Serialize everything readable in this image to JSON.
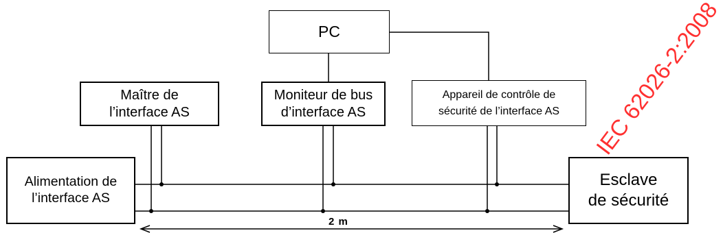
{
  "boxes": {
    "pc": {
      "label": "PC"
    },
    "master": {
      "line1": "Maître de",
      "line2": "l’interface AS"
    },
    "monitor": {
      "line1": "Moniteur de bus",
      "line2": "d’interface AS"
    },
    "safety_monitor": {
      "line1": "Appareil de contrôle de",
      "line2": "sécurité de l’interface AS"
    },
    "power_supply": {
      "line1": "Alimentation de",
      "line2": "l’interface AS"
    },
    "safety_slave": {
      "line1": "Esclave",
      "line2": "de sécurité"
    }
  },
  "dimension": {
    "label": "2 m"
  },
  "watermark": {
    "text": "IEC 62026-2:2008"
  },
  "colors": {
    "line": "#000000",
    "watermark": "#ff1a1a"
  }
}
